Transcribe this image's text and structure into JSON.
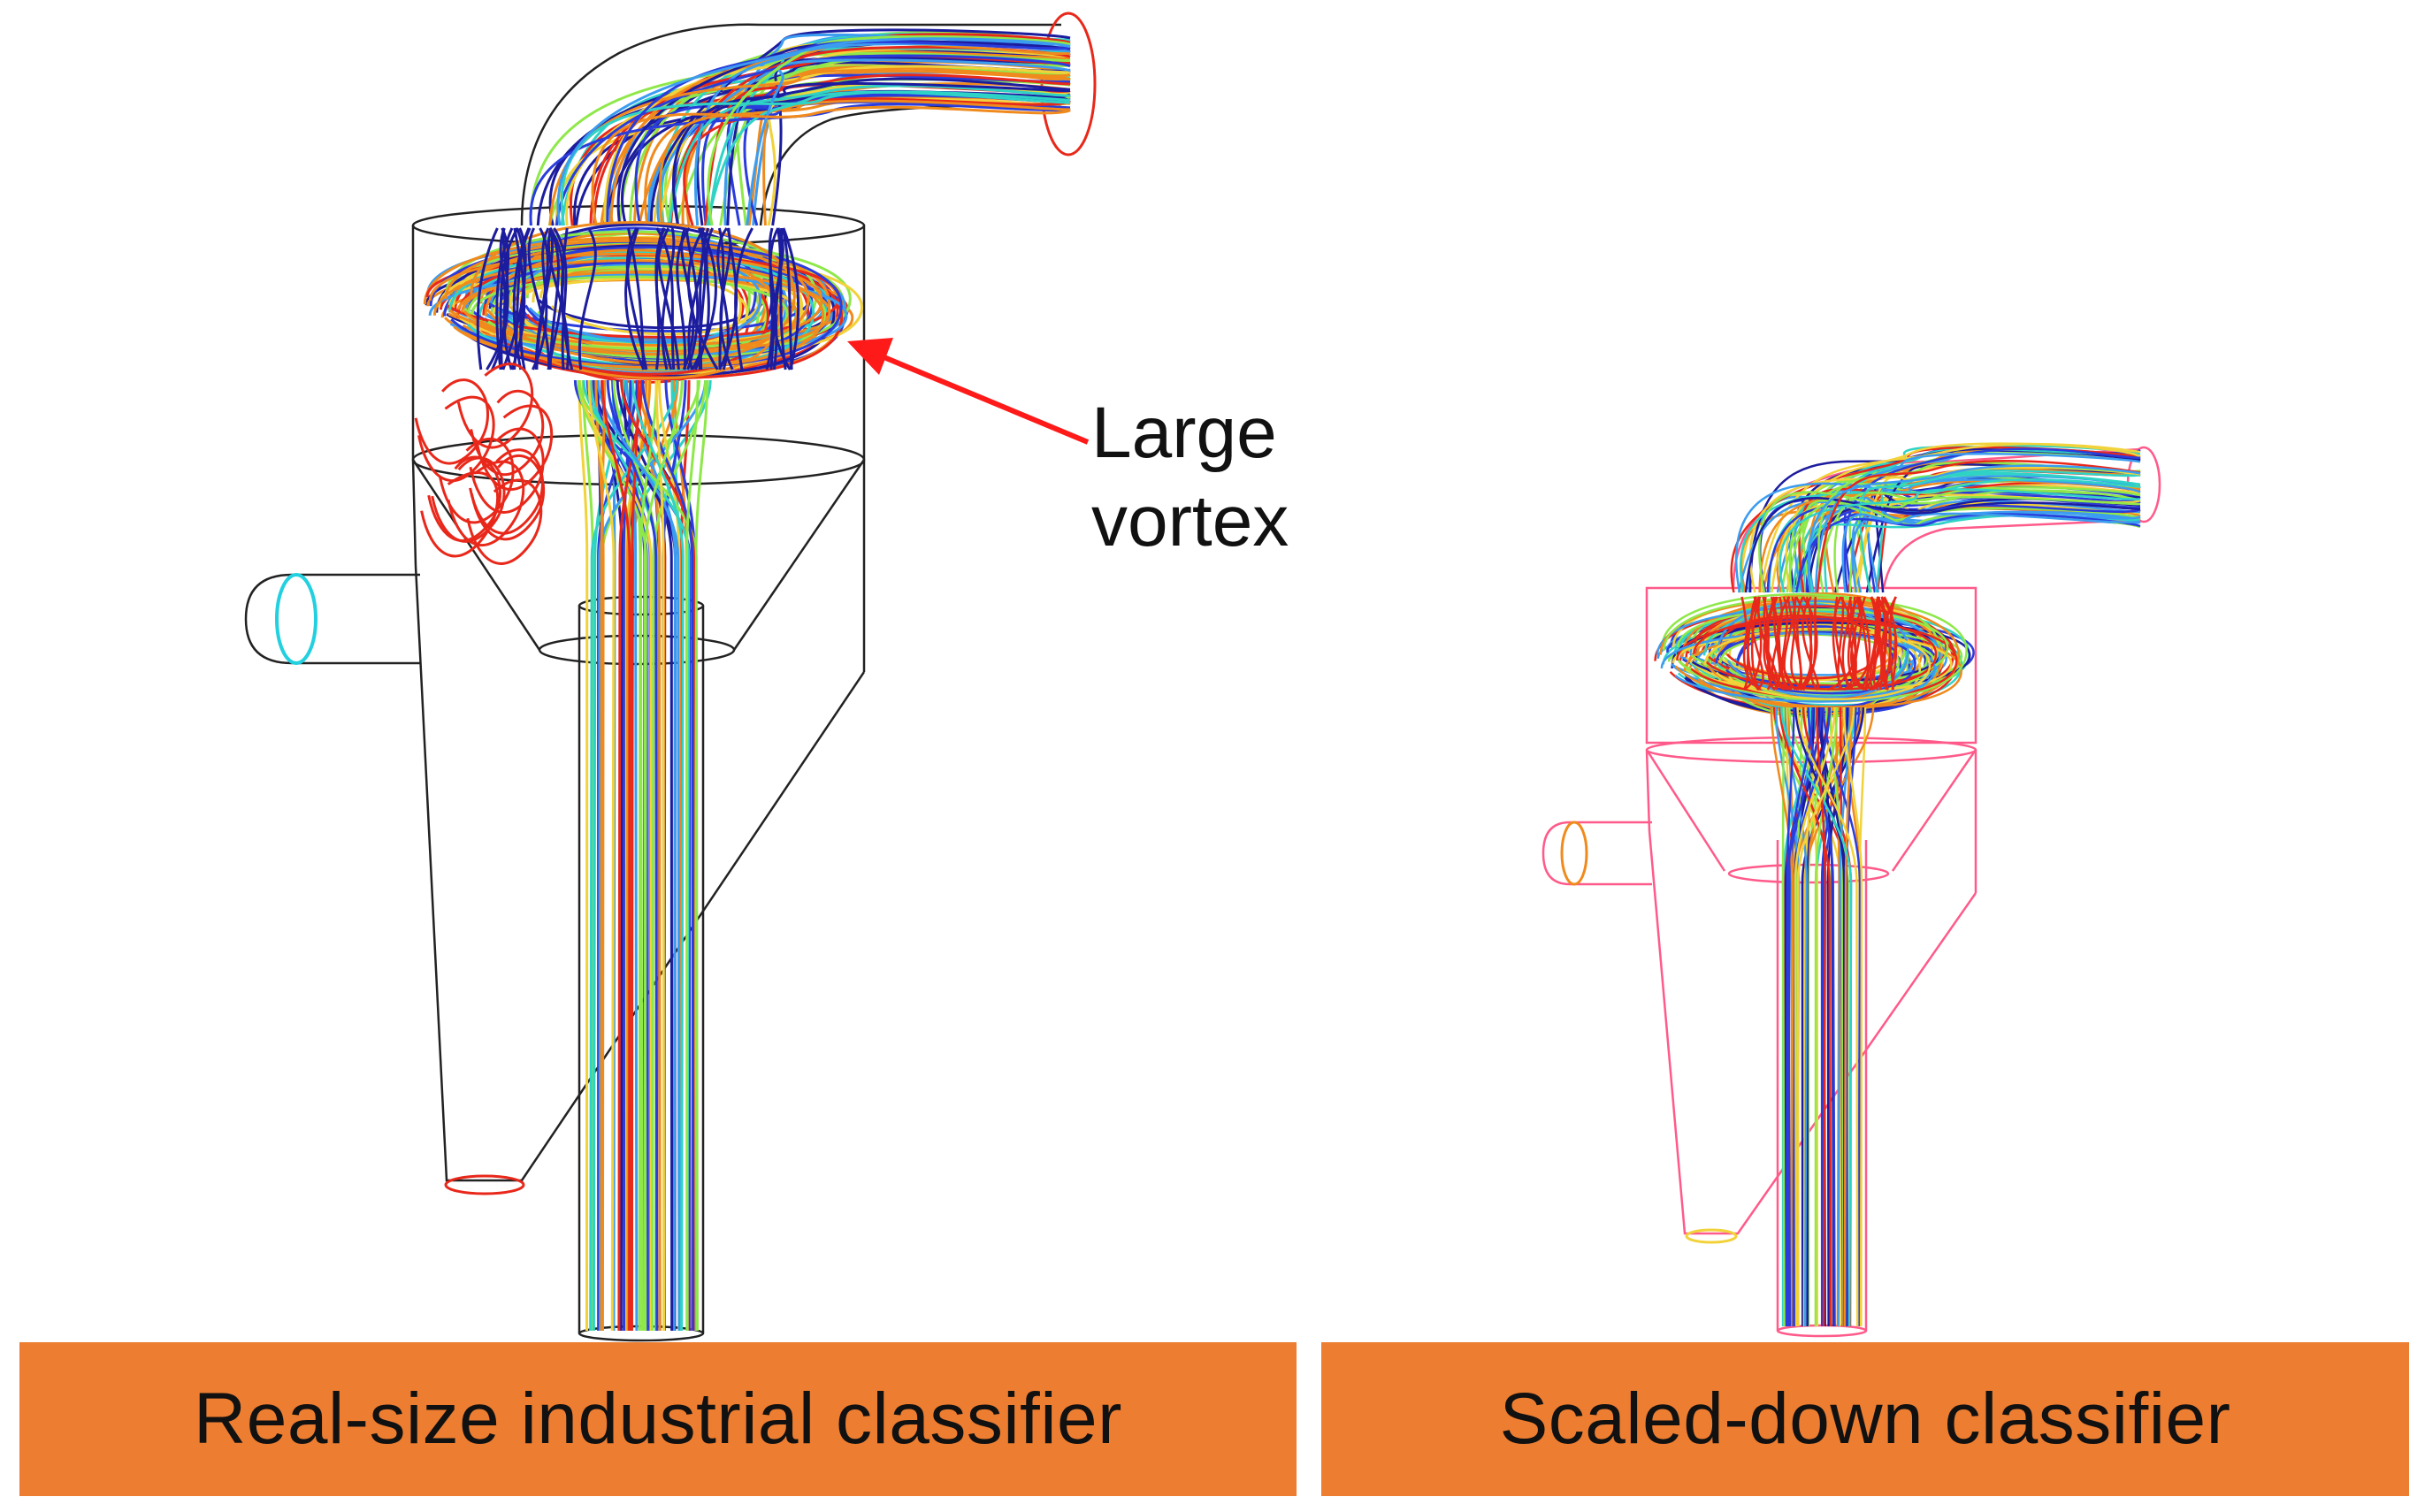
{
  "annotation": {
    "line1": "Large",
    "line2": "vortex",
    "arrow_color": "#ff1a1a"
  },
  "captions": {
    "left": "Real-size industrial classifier",
    "right": "Scaled-down classifier",
    "background": "#ED7D31"
  },
  "streamline_colors": [
    "#e8281a",
    "#f08a1c",
    "#2a3ddc",
    "#1c1c9e",
    "#8fe84a",
    "#2fd3c6",
    "#f2d23a",
    "#3b9cf0"
  ],
  "outline_colors": {
    "left_device": "#222222",
    "right_device": "#ff5a8a"
  }
}
